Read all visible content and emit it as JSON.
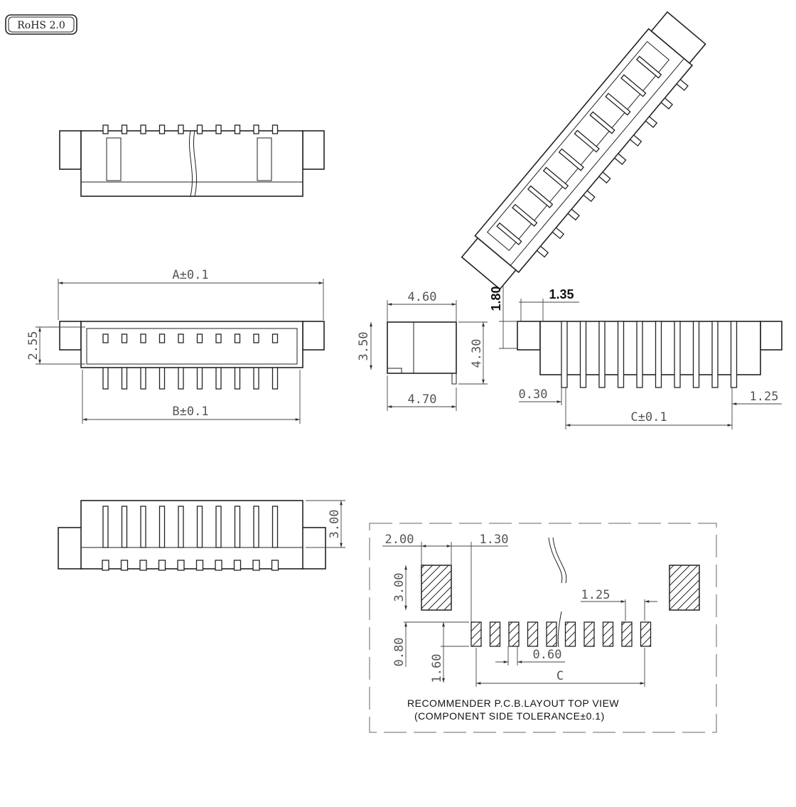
{
  "badge": "RoHS 2.0",
  "front_view": {
    "dim_a": "A±0.1",
    "dim_b": "B±0.1",
    "dim_height": "2.55"
  },
  "side_view": {
    "dim_top": "4.60",
    "dim_left": "3.50",
    "dim_right": "4.30",
    "dim_bottom": "4.70"
  },
  "bottom_view": {
    "dim_1": "1.80",
    "dim_2": "1.35",
    "dim_3": "0.30",
    "dim_4": "1.25",
    "dim_c": "C±0.1"
  },
  "back_view": {
    "dim_height": "3.00"
  },
  "pcb_layout": {
    "dim_pad_width": "2.00",
    "dim_gap": "1.30",
    "dim_pad_height": "3.00",
    "dim_pitch": "1.25",
    "dim_signal_height": "0.80",
    "dim_offset": "1.60",
    "dim_signal_width": "0.60",
    "dim_c": "C",
    "note_line1": "RECOMMENDER P.C.B.LAYOUT TOP VIEW",
    "note_line2": "(COMPONENT SIDE TOLERANCE±0.1)",
    "pin_count": 10
  }
}
